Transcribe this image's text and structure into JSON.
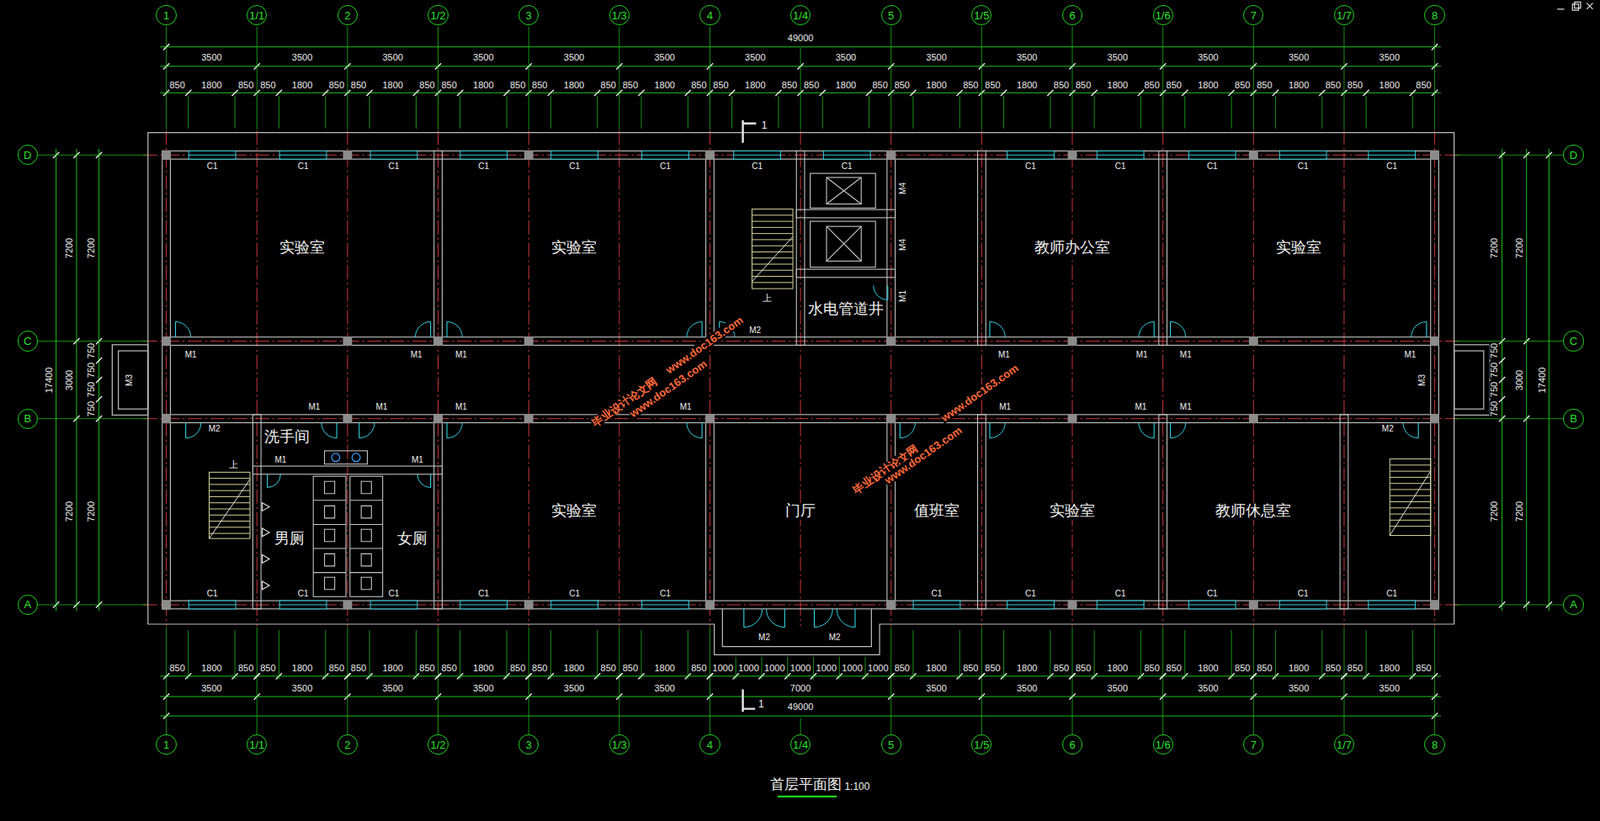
{
  "diagram": {
    "caption": "首层平面图",
    "nodes": [
      {
        "text": [
          "1"
        ]
      },
      {
        "text": [
          "1/1"
        ]
      },
      {
        "text": [
          "2"
        ]
      },
      {
        "text": [
          "1/2"
        ]
      },
      {
        "text": [
          "3"
        ]
      },
      {
        "text": [
          "1/3"
        ]
      },
      {
        "text": [
          "4"
        ]
      },
      {
        "text": [
          "1/4"
        ]
      },
      {
        "text": [
          "5"
        ]
      },
      {
        "text": [
          "1/5"
        ]
      },
      {
        "text": [
          "6"
        ]
      },
      {
        "text": [
          "1/6"
        ]
      },
      {
        "text": [
          "7"
        ]
      },
      {
        "text": [
          "1/7"
        ]
      },
      {
        "text": [
          "8"
        ]
      },
      {
        "text": [
          "D"
        ]
      },
      {
        "text": [
          "C"
        ]
      },
      {
        "text": [
          "B"
        ]
      },
      {
        "text": [
          "A"
        ]
      },
      {
        "text": [
          "实验室"
        ]
      },
      {
        "text": [
          "实验室"
        ]
      },
      {
        "text": [
          "水电管道井"
        ]
      },
      {
        "text": [
          "教师办公室"
        ]
      },
      {
        "text": [
          "实验室"
        ]
      },
      {
        "text": [
          "洗手间"
        ]
      },
      {
        "text": [
          "男厕"
        ]
      },
      {
        "text": [
          "女厕"
        ]
      },
      {
        "text": [
          "实验室"
        ]
      },
      {
        "text": [
          "门厅"
        ]
      },
      {
        "text": [
          "值班室"
        ]
      },
      {
        "text": [
          "实验室"
        ]
      },
      {
        "text": [
          "教师休息室"
        ]
      },
      {
        "text": [
          "D"
        ]
      },
      {
        "text": [
          "C"
        ]
      },
      {
        "text": [
          "B"
        ]
      },
      {
        "text": [
          "A"
        ]
      },
      {
        "text": [
          "1"
        ]
      },
      {
        "text": [
          "1/1"
        ]
      },
      {
        "text": [
          "2"
        ]
      },
      {
        "text": [
          "1/2"
        ]
      },
      {
        "text": [
          "3"
        ]
      },
      {
        "text": [
          "1/3"
        ]
      },
      {
        "text": [
          "4"
        ]
      },
      {
        "text": [
          "1/4"
        ]
      },
      {
        "text": [
          "5"
        ]
      },
      {
        "text": [
          "1/5"
        ]
      },
      {
        "text": [
          "6"
        ]
      },
      {
        "text": [
          "1/6"
        ]
      },
      {
        "text": [
          "7"
        ]
      },
      {
        "text": [
          "1/7"
        ]
      },
      {
        "text": [
          "8"
        ]
      }
    ],
    "labels": [
      "49000",
      "3500",
      "3500",
      "3500",
      "3500",
      "3500",
      "3500",
      "3500",
      "3500",
      "3500",
      "3500",
      "3500",
      "3500",
      "3500",
      "3500",
      "850",
      "1800",
      "850",
      "850",
      "1800",
      "850",
      "850",
      "1800",
      "850",
      "850",
      "1800",
      "850",
      "850",
      "1800",
      "850",
      "850",
      "1800",
      "850",
      "850",
      "1800",
      "850",
      "850",
      "1800",
      "850",
      "850",
      "1800",
      "850",
      "850",
      "1800",
      "850",
      "850",
      "1800",
      "850",
      "850",
      "1800",
      "850",
      "850",
      "1800",
      "850",
      "850",
      "1800",
      "850",
      "850",
      "1800",
      "850",
      "850",
      "1800",
      "850",
      "850",
      "1800",
      "850",
      "850",
      "1800",
      "850",
      "850",
      "1800",
      "850",
      "850",
      "1800",
      "850",
      "1000",
      "1000",
      "1000",
      "1000",
      "1000",
      "1000",
      "1000",
      "850",
      "1800",
      "850",
      "850",
      "1800",
      "850",
      "850",
      "1800",
      "850",
      "850",
      "1800",
      "850",
      "850",
      "1800",
      "850",
      "850",
      "1800",
      "850",
      "3500",
      "3500",
      "3500",
      "3500",
      "3500",
      "3500",
      "7000",
      "3500",
      "3500",
      "3500",
      "3500",
      "3500",
      "3500",
      "49000",
      "17400",
      "7200",
      "3000",
      "7200",
      "7200",
      "750",
      "750",
      "750",
      "750",
      "7200",
      "7200",
      "750",
      "750",
      "750",
      "750",
      "7200",
      "7200",
      "3000",
      "7200",
      "17400",
      "C1",
      "C1",
      "C1",
      "C1",
      "C1",
      "C1",
      "C1",
      "C1",
      "C1",
      "C1",
      "C1",
      "C1",
      "C1",
      "C1",
      "C1",
      "C1",
      "C1",
      "C1",
      "C1",
      "C1",
      "C1",
      "C1",
      "C1",
      "C1",
      "C1",
      "M1",
      "M1",
      "M1",
      "M2",
      "M1",
      "M1",
      "M1",
      "M1",
      "M1",
      "M1",
      "M1",
      "M1",
      "M1",
      "M1",
      "M1",
      "M2",
      "M2",
      "M1",
      "M1",
      "M4",
      "M4",
      "M1",
      "M3",
      "M3",
      "M2",
      "M2",
      "上",
      "上",
      "1",
      "1",
      "1:100",
      "www.doc163.com",
      "毕业设计论文网",
      "www.doc163.com",
      "www.doc163.com",
      "毕业设计论文网",
      "www.doc163.com"
    ]
  }
}
